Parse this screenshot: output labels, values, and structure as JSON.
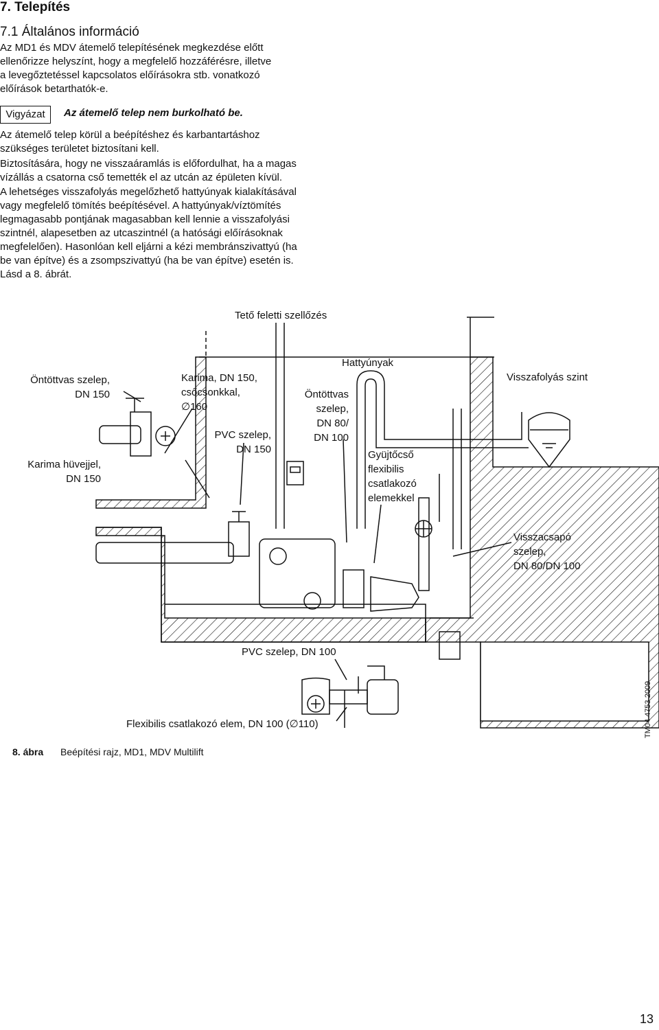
{
  "heading": "7. Telepítés",
  "subheading": "7.1 Általános információ",
  "intro": [
    "Az MD1 és MDV átemelő telepítésének megkezdése előtt",
    "ellenőrizze helyszínt, hogy a megfelelő hozzáférésre, illetve",
    "a levegőztetéssel kapcsolatos előírásokra stb. vonatkozó",
    "előírások betarthatók-e."
  ],
  "warning": {
    "label": "Vigyázat",
    "text": "Az átemelő telep nem burkolható be."
  },
  "para1": [
    "Az átemelő telep körül a beépítéshez és karbantartáshoz",
    "szükséges területet biztosítani kell."
  ],
  "para2": [
    "Biztosítására, hogy ne visszaáramlás is előfordulhat, ha a magas",
    "vízállás a csatorna cső temették el az utcán az épületen kívül."
  ],
  "para3": [
    "A lehetséges visszafolyás megelőzhető hattyúnyak kialakításával",
    "vagy megfelelő tömítés beépítésével. A hattyúnyak/víztömítés",
    "legmagasabb pontjának magasabban kell lennie a visszafolyási",
    "szintnél, alapesetben az utcaszintnél (a hatósági előírásoknak",
    "megfelelően). Hasonlóan kell eljárni a kézi membránszivattyú (ha",
    "be van építve) és a zsompszivattyú (ha be van építve) esetén is.",
    "Lásd a 8. ábrát."
  ],
  "figure": {
    "labels": {
      "roof_vent": "Tető feletti szellőzés",
      "gooseneck": "Hattyúnyak",
      "cast_valve_150": [
        "Öntöttvas szelep,",
        "DN 150"
      ],
      "flange_150": [
        "Karima, DN 150,",
        "csőcsonkkal,",
        "∅160"
      ],
      "backflow_level": "Visszafolyás szint",
      "cast_valve_80": [
        "Öntöttvas",
        "szelep,",
        "DN 80/",
        "DN 100"
      ],
      "pvc_valve_150": [
        "PVC szelep,",
        "DN 150"
      ],
      "flange_sleeve": [
        "Karima hüvejjel,",
        "DN 150"
      ],
      "collector": [
        "Gyüjtőcső",
        "flexibilis",
        "csatlakozó",
        "elemekkel"
      ],
      "check_valve": [
        "Visszacsapó",
        "szelep,",
        "DN 80/DN 100"
      ],
      "pvc_valve_100": "PVC szelep, DN 100",
      "flex_joint": "Flexibilis csatlakozó elem, DN 100 (∅110)"
    },
    "number": "8. ábra",
    "caption": "Beépítési rajz, MD1, MDV Multilift",
    "tm_code": "TM04 4753 2009"
  },
  "page_number": "13"
}
